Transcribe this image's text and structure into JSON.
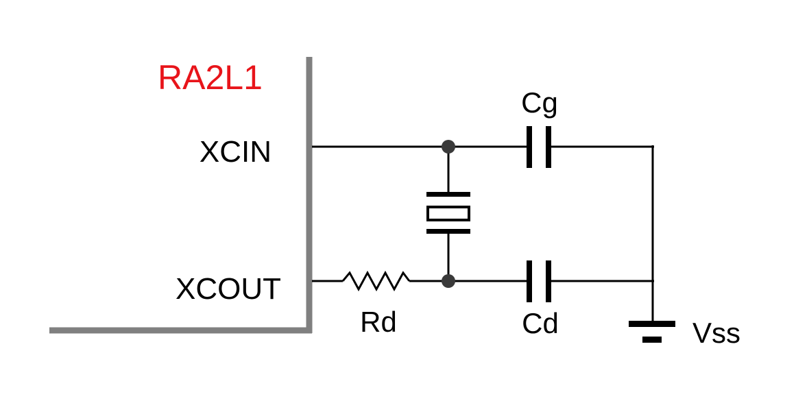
{
  "chip": {
    "name": "RA2L1"
  },
  "pins": {
    "xcin": "XCIN",
    "xcout": "XCOUT"
  },
  "components": {
    "cg": "Cg",
    "cd": "Cd",
    "rd": "Rd",
    "vss": "Vss"
  },
  "colors": {
    "chip_name": "#e8141a",
    "chip_outline": "#808080",
    "wire": "#000000",
    "node": "#3a3a3a"
  }
}
